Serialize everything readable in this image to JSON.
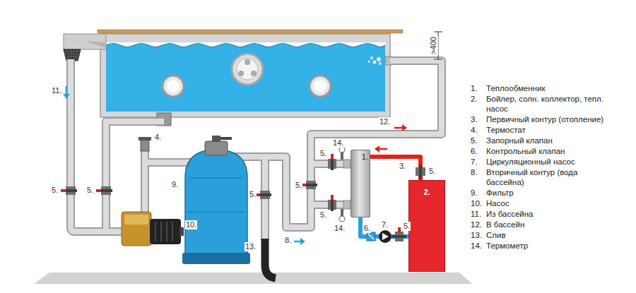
{
  "diagram": {
    "nodes": [
      {
        "text": [
          "1."
        ]
      },
      {
        "text": [
          "2."
        ]
      }
    ],
    "edges": [
      {
        "from": 1,
        "to": 0,
        "arrow": "none",
        "label": "3."
      },
      {
        "from": 0,
        "to": 1,
        "arrow": "none"
      }
    ],
    "labels": [
      ">400",
      "11.",
      "12.",
      "4.",
      "14.",
      "5.",
      "5.",
      "5.",
      "9.",
      "5.",
      "5.",
      "5.",
      "5.",
      "14.",
      "10.",
      "6.",
      "7.",
      "5.",
      "13.",
      "8.",
      "1.",
      "Теплообменник",
      "2.",
      "Бойлер, солн. коллектор, тепл. насос",
      "3.",
      "Первичный контур (отопление)",
      "4.",
      "Термостат",
      "5.",
      "Запорный клапан",
      "6.",
      "Контрольный клапан",
      "7.",
      "Циркуляционный насос",
      "8.",
      "Вторичный контур (вода бассейна)",
      "9.",
      "Фильтр",
      "10.",
      "Насос",
      "11.",
      "Из бассейна",
      "12.",
      "В бассейн",
      "13.",
      "Слив",
      "14.",
      "Термометр"
    ]
  }
}
